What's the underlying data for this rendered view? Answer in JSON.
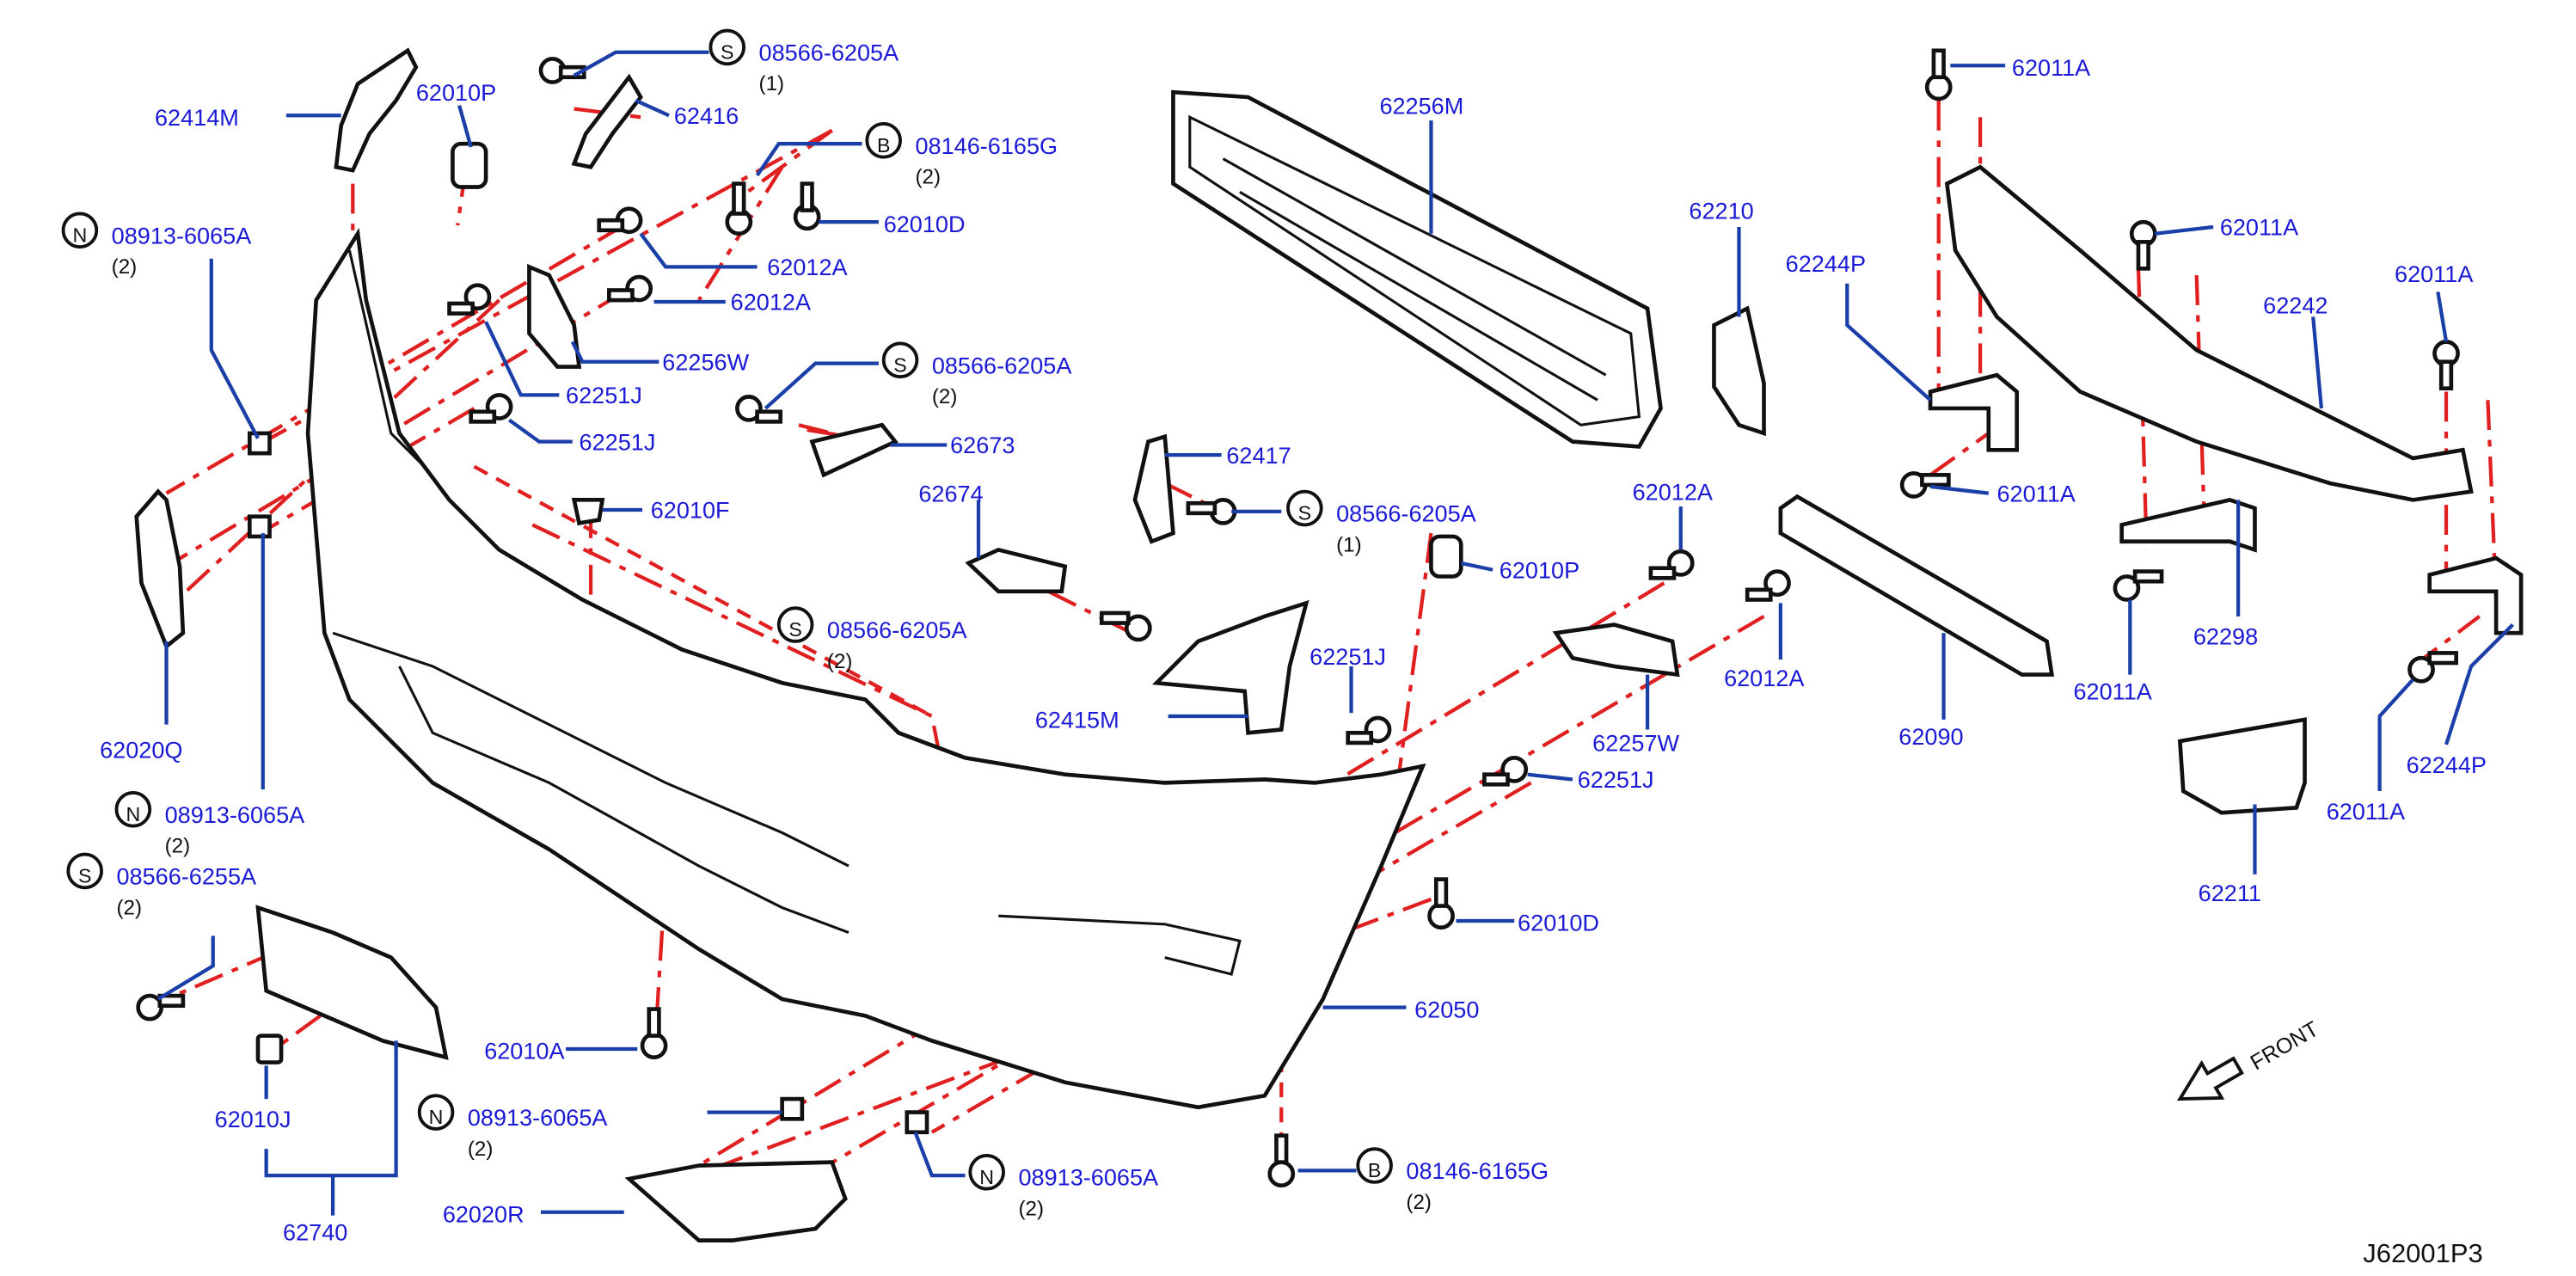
{
  "diagram": {
    "code": "J62001P3",
    "front_label": "FRONT",
    "labels": [
      {
        "id": "l1",
        "text": "62414M"
      },
      {
        "id": "l2",
        "text": "62010P"
      },
      {
        "id": "l3",
        "text": "08566-6205A",
        "circle": "S",
        "qty": "(1)"
      },
      {
        "id": "l4",
        "text": "62416"
      },
      {
        "id": "l5",
        "text": "08146-6165G",
        "circle": "B",
        "qty": "(2)"
      },
      {
        "id": "l6",
        "text": "62010D"
      },
      {
        "id": "l7",
        "text": "08913-6065A",
        "circle": "N",
        "qty": "(2)"
      },
      {
        "id": "l8",
        "text": "62012A"
      },
      {
        "id": "l9",
        "text": "62012A"
      },
      {
        "id": "l10",
        "text": "62256W"
      },
      {
        "id": "l11",
        "text": "62251J"
      },
      {
        "id": "l12",
        "text": "62251J"
      },
      {
        "id": "l13",
        "text": "08566-6205A",
        "circle": "S",
        "qty": "(2)"
      },
      {
        "id": "l14",
        "text": "62673"
      },
      {
        "id": "l15",
        "text": "62010F"
      },
      {
        "id": "l16",
        "text": "62256M"
      },
      {
        "id": "l17",
        "text": "62417"
      },
      {
        "id": "l18",
        "text": "62674"
      },
      {
        "id": "l19",
        "text": "08566-6205A",
        "circle": "S",
        "qty": "(1)"
      },
      {
        "id": "l20",
        "text": "08566-6205A",
        "circle": "S",
        "qty": "(2)"
      },
      {
        "id": "l21",
        "text": "62010P"
      },
      {
        "id": "l22",
        "text": "62210"
      },
      {
        "id": "l23",
        "text": "62012A"
      },
      {
        "id": "l24",
        "text": "62012A"
      },
      {
        "id": "l25",
        "text": "62251J"
      },
      {
        "id": "l26",
        "text": "62415M"
      },
      {
        "id": "l27",
        "text": "62257W"
      },
      {
        "id": "l28",
        "text": "62251J"
      },
      {
        "id": "l29",
        "text": "62010D"
      },
      {
        "id": "l30",
        "text": "62050"
      },
      {
        "id": "l31",
        "text": "62090"
      },
      {
        "id": "l32",
        "text": "62011A"
      },
      {
        "id": "l33",
        "text": "62244P"
      },
      {
        "id": "l34",
        "text": "62011A"
      },
      {
        "id": "l35",
        "text": "62011A"
      },
      {
        "id": "l36",
        "text": "62242"
      },
      {
        "id": "l37",
        "text": "62011A"
      },
      {
        "id": "l38",
        "text": "62298"
      },
      {
        "id": "l39",
        "text": "62011A"
      },
      {
        "id": "l40",
        "text": "62244P"
      },
      {
        "id": "l41",
        "text": "62011A"
      },
      {
        "id": "l42",
        "text": "62211"
      },
      {
        "id": "l43",
        "text": "62020Q"
      },
      {
        "id": "l44",
        "text": "08913-6065A",
        "circle": "N",
        "qty": "(2)"
      },
      {
        "id": "l45",
        "text": "08566-6255A",
        "circle": "S",
        "qty": "(2)"
      },
      {
        "id": "l46",
        "text": "62010A"
      },
      {
        "id": "l47",
        "text": "62010J"
      },
      {
        "id": "l48",
        "text": "08913-6065A",
        "circle": "N",
        "qty": "(2)"
      },
      {
        "id": "l49",
        "text": "62740"
      },
      {
        "id": "l50",
        "text": "62020R"
      },
      {
        "id": "l51",
        "text": "08913-6065A",
        "circle": "N",
        "qty": "(2)"
      },
      {
        "id": "l52",
        "text": "08146-6165G",
        "circle": "B",
        "qty": "(2)"
      }
    ]
  }
}
